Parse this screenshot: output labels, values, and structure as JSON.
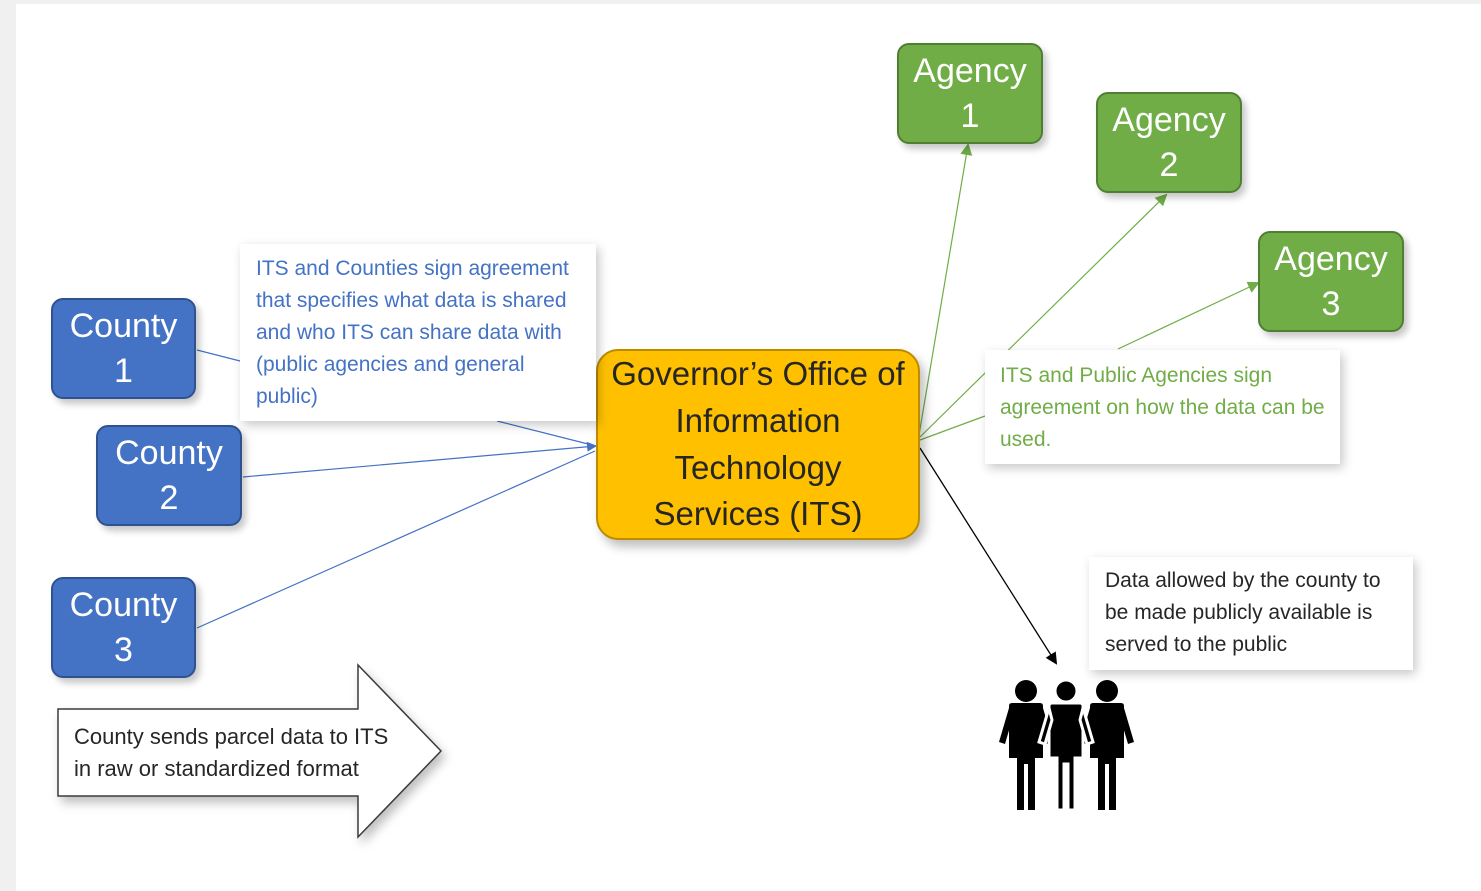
{
  "counties": [
    {
      "name": "County",
      "number": "1"
    },
    {
      "name": "County",
      "number": "2"
    },
    {
      "name": "County",
      "number": "3"
    }
  ],
  "agencies": [
    {
      "name": "Agency",
      "number": "1"
    },
    {
      "name": "Agency",
      "number": "2"
    },
    {
      "name": "Agency",
      "number": "3"
    }
  ],
  "its": {
    "lines": [
      "Governor’s Office of",
      "Information",
      "Technology",
      "Services (ITS)"
    ]
  },
  "notes": {
    "county_agreement": "ITS and Counties sign agreement that specifies what data is shared and who ITS can share data with (public agencies and general public)",
    "agency_agreement": "ITS and Public Agencies sign agreement on how the data can be used.",
    "public_data": "Data allowed by the county to be made publicly available is served to the public",
    "county_sends": "County sends parcel data to ITS in raw or standardized format"
  },
  "colors": {
    "county": "#4472c4",
    "agency": "#70ad47",
    "its": "#ffc000",
    "public_arrow": "#000000"
  },
  "icons": {
    "public": "people-icon",
    "flow": "block-arrow"
  }
}
